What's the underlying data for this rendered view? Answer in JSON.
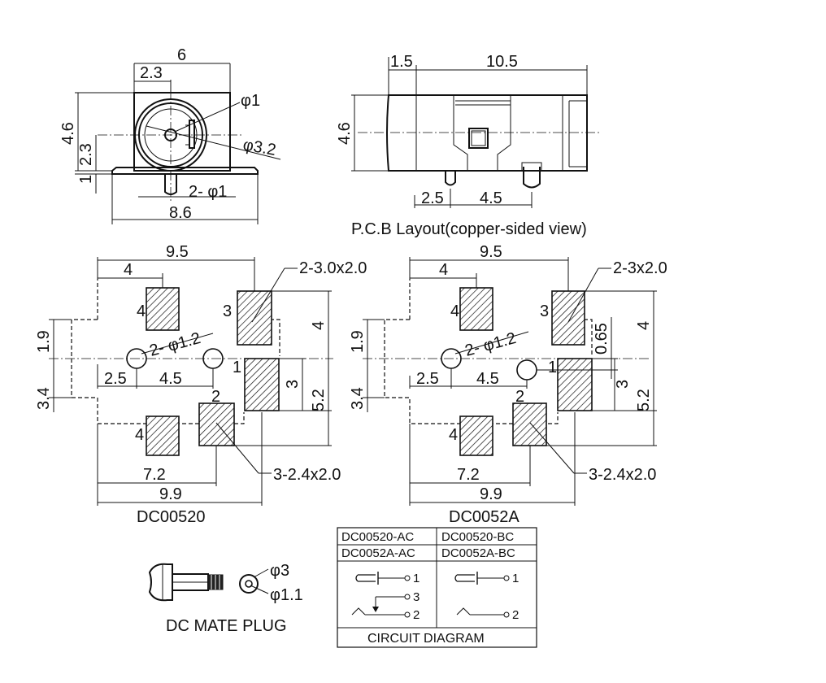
{
  "top_left_view": {
    "dim_width": "6",
    "dim_offset": "2.3",
    "dim_height": "4.6",
    "dim_center_height": "2.3",
    "dim_base": "1",
    "dim_hole_small": "φ1",
    "dim_hole_large": "φ3.2",
    "dim_pins": "2- φ1",
    "dim_flange": "8.6"
  },
  "top_right_view": {
    "dim_front": "1.5",
    "dim_length": "10.5",
    "dim_height": "4.6",
    "dim_pin1": "2.5",
    "dim_pin2": "4.5"
  },
  "pcb_title": "P.C.B Layout(copper-sided view)",
  "layout_left": {
    "title": "DC00520",
    "dim_width": "9.5",
    "dim_pad_offset": "4",
    "pad_label_top": "2-3.0x2.0",
    "pad_label_bottom": "3-2.4x2.0",
    "hole_label": "2- φ1.2",
    "dim_19": "1.9",
    "dim_34": "3.4",
    "dim_25": "2.5",
    "dim_45": "4.5",
    "dim_4": "4",
    "dim_3": "3",
    "dim_52": "5.2",
    "dim_72": "7.2",
    "dim_99": "9.9",
    "pin_numbers": [
      "4",
      "3",
      "1",
      "2",
      "4"
    ]
  },
  "layout_right": {
    "title": "DC0052A",
    "dim_width": "9.5",
    "dim_pad_offset": "4",
    "pad_label_top": "2-3x2.0",
    "pad_label_bottom": "3-2.4x2.0",
    "hole_label": "2- φ1.2",
    "dim_19": "1.9",
    "dim_34": "3.4",
    "dim_25": "2.5",
    "dim_45": "4.5",
    "dim_065": "0.65",
    "dim_4": "4",
    "dim_3": "3",
    "dim_52": "5.2",
    "dim_72": "7.2",
    "dim_99": "9.9",
    "pin_numbers": [
      "4",
      "3",
      "1",
      "2",
      "4"
    ]
  },
  "mate_plug": {
    "label": "DC MATE PLUG",
    "dim_outer": "φ3",
    "dim_inner": "φ1.1"
  },
  "circuit_table": {
    "header": [
      [
        "DC00520-AC",
        "DC00520-BC"
      ],
      [
        "DC0052A-AC",
        "DC0052A-BC"
      ]
    ],
    "left_pins": [
      "1",
      "3",
      "2"
    ],
    "right_pins": [
      "1",
      "2"
    ],
    "footer": "CIRCUIT DIAGRAM"
  }
}
